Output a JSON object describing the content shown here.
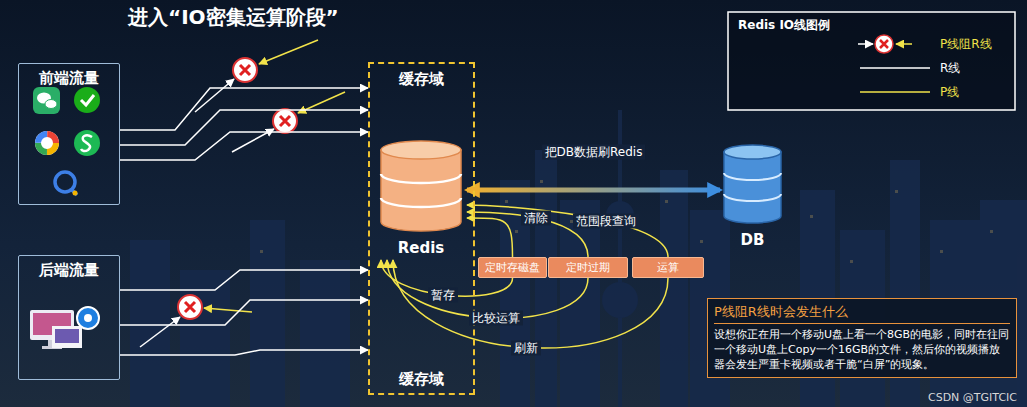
{
  "diagram": {
    "title": "进入“IO密集运算阶段”",
    "nodes": [
      {
        "text": [
          "前端流量"
        ]
      },
      {
        "text": [
          "后端流量"
        ]
      },
      {
        "text": [
          "缓存域",
          "缓存域"
        ]
      },
      {
        "text": [
          "Redis"
        ],
        "in": 2
      },
      {
        "text": [
          "DB"
        ]
      },
      {
        "text": [
          "定时存磁盘"
        ]
      },
      {
        "text": [
          "定时过期"
        ]
      },
      {
        "text": [
          "运算"
        ]
      },
      {
        "text": [
          "P线阻R线时会发生什么",
          "设想你正在用一个移动U盘上看一个8GB的电影，同时在往同一个移动U盘上Copy一个16GB的文件，然后你的视频播放器会发生严重卡视频或者干脆“白屏”的现象。"
        ]
      }
    ],
    "edges": [
      {
        "from": 0,
        "to": 2,
        "arrow": "to"
      },
      {
        "from": 0,
        "to": 2,
        "arrow": "to"
      },
      {
        "from": 0,
        "to": 2,
        "arrow": "to"
      },
      {
        "from": 1,
        "to": 2,
        "arrow": "to"
      },
      {
        "from": 1,
        "to": 2,
        "arrow": "to"
      },
      {
        "from": 1,
        "to": 2,
        "arrow": "to"
      },
      {
        "from": 3,
        "to": 4,
        "label": "把DB数据刷Redis",
        "arrow": "both"
      },
      {
        "from": 5,
        "to": 3,
        "arrow": "to"
      },
      {
        "from": 6,
        "to": 3,
        "label": "清除",
        "arrow": "to"
      },
      {
        "from": 7,
        "to": 3,
        "label": "范围段查询",
        "arrow": "to"
      },
      {
        "from": 5,
        "to": 3,
        "label": "暂存",
        "arrow": "to"
      },
      {
        "from": 6,
        "to": 3,
        "label": "比较运算",
        "arrow": "to"
      },
      {
        "from": 7,
        "to": 3,
        "label": "刷新",
        "arrow": "to"
      }
    ],
    "labels": [
      "Redis IO线图例",
      "CSDN @TGITCIC"
    ],
    "legend": [
      {
        "text": "P线阻R线"
      },
      {
        "text": "R线"
      },
      {
        "text": "P线"
      }
    ]
  }
}
